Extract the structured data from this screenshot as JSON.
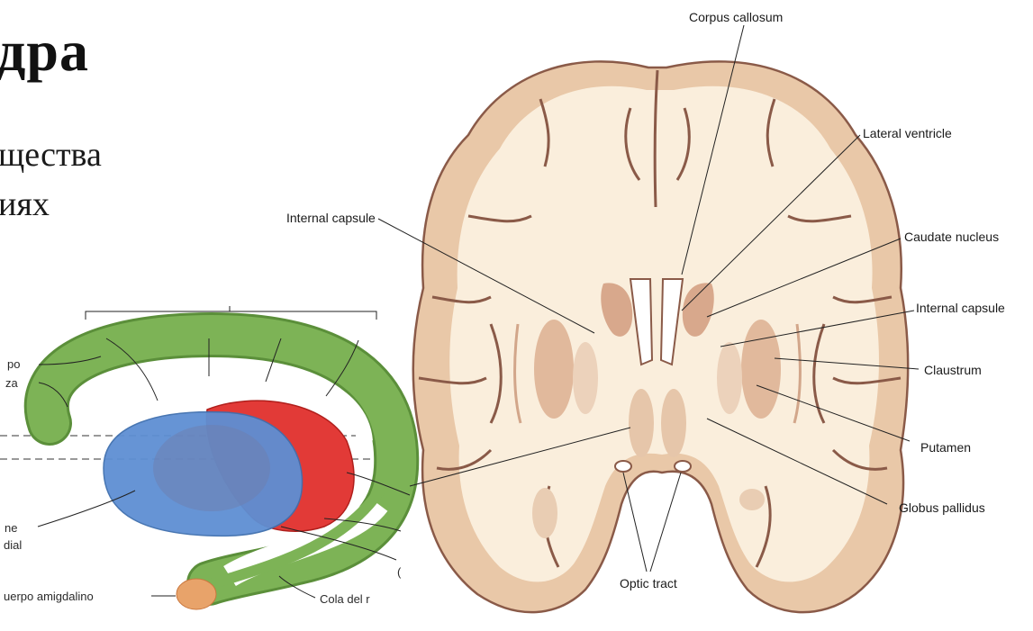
{
  "slide": {
    "title": "дра",
    "text_lines": [
      "щества",
      "иях"
    ]
  },
  "left_figure": {
    "labels": {
      "po": "po",
      "za": "za",
      "ne": "ne",
      "dial": "dial",
      "amigdalino": "uerpo amigdalino",
      "cola": "Cola del r",
      "c_mark": "("
    },
    "colors": {
      "caudate_tail": "#7db356",
      "thalamus": "#5e8fd3",
      "lentiform": "#e23a37",
      "amygdala": "#e8a36a"
    }
  },
  "brain_section": {
    "labels": {
      "corpus_callosum": "Corpus callosum",
      "lateral_ventricle": "Lateral ventricle",
      "internal_capsule_left": "Internal capsule",
      "caudate_nucleus": "Caudate nucleus",
      "internal_capsule_right": "Internal capsule",
      "claustrum": "Claustrum",
      "putamen": "Putamen",
      "globus_pallidus": "Globus pallidus",
      "optic_tract": "Optic tract"
    },
    "colors": {
      "white_matter": "#faeedc",
      "gray_matter": "#e9c8a8",
      "outline": "#8a5a48",
      "nuclei": "#d8a88c"
    }
  }
}
